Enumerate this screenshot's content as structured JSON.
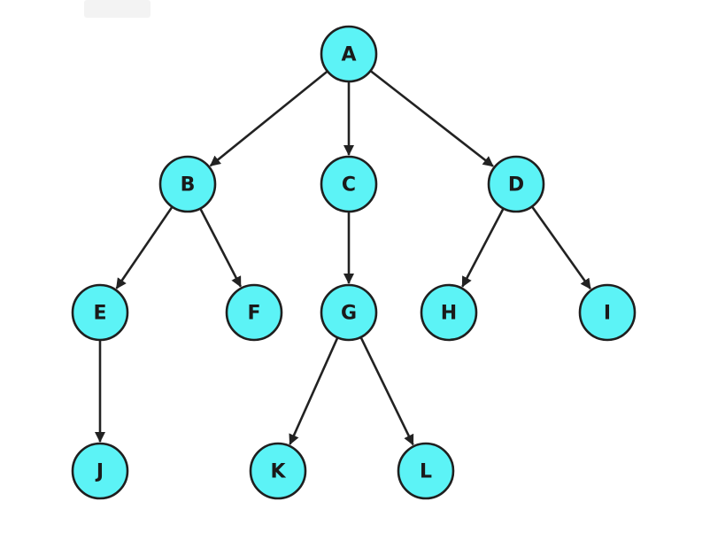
{
  "colors": {
    "node_fill": "#5cf3f6",
    "node_stroke": "#1f1f1f",
    "edge": "#222222",
    "label": "#1a1a1a"
  },
  "nodes": [
    {
      "id": "A",
      "label": "A"
    },
    {
      "id": "B",
      "label": "B"
    },
    {
      "id": "C",
      "label": "C"
    },
    {
      "id": "D",
      "label": "D"
    },
    {
      "id": "E",
      "label": "E"
    },
    {
      "id": "F",
      "label": "F"
    },
    {
      "id": "G",
      "label": "G"
    },
    {
      "id": "H",
      "label": "H"
    },
    {
      "id": "I",
      "label": "I"
    },
    {
      "id": "J",
      "label": "J"
    },
    {
      "id": "K",
      "label": "K"
    },
    {
      "id": "L",
      "label": "L"
    }
  ],
  "edges": [
    {
      "from": "A",
      "to": "B"
    },
    {
      "from": "A",
      "to": "C"
    },
    {
      "from": "A",
      "to": "D"
    },
    {
      "from": "B",
      "to": "E"
    },
    {
      "from": "B",
      "to": "F"
    },
    {
      "from": "C",
      "to": "G"
    },
    {
      "from": "D",
      "to": "H"
    },
    {
      "from": "D",
      "to": "I"
    },
    {
      "from": "E",
      "to": "J"
    },
    {
      "from": "G",
      "to": "K"
    },
    {
      "from": "G",
      "to": "L"
    }
  ]
}
